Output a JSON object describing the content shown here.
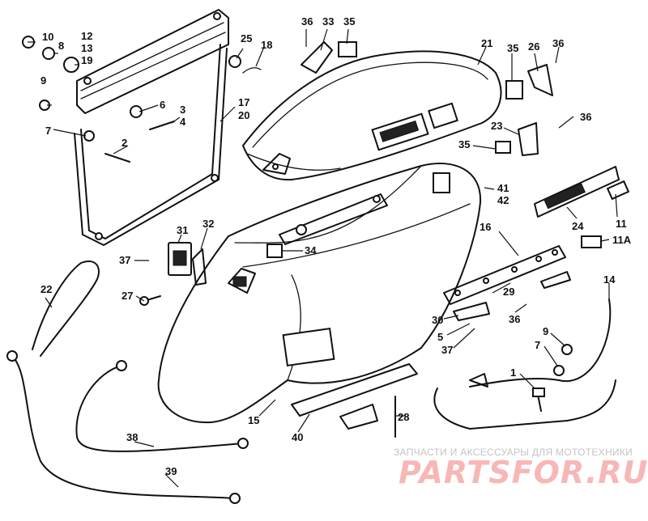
{
  "diagram": {
    "callouts": [
      "1",
      "2",
      "3",
      "4",
      "5",
      "6",
      "7",
      "7",
      "8",
      "9",
      "9",
      "10",
      "11",
      "11A",
      "12",
      "13",
      "14",
      "15",
      "16",
      "17",
      "18",
      "19",
      "20",
      "21",
      "22",
      "23",
      "24",
      "25",
      "26",
      "27",
      "28",
      "29",
      "30",
      "31",
      "32",
      "33",
      "34",
      "35",
      "35",
      "35",
      "36",
      "36",
      "36",
      "36",
      "37",
      "37",
      "38",
      "39",
      "40",
      "41",
      "42"
    ]
  },
  "watermark": {
    "caption": "ЗАПЧАСТИ И АКСЕССУАРЫ ДЛЯ МОТОТЕХНИКИ",
    "logo": "PARTSFOR.RU"
  }
}
